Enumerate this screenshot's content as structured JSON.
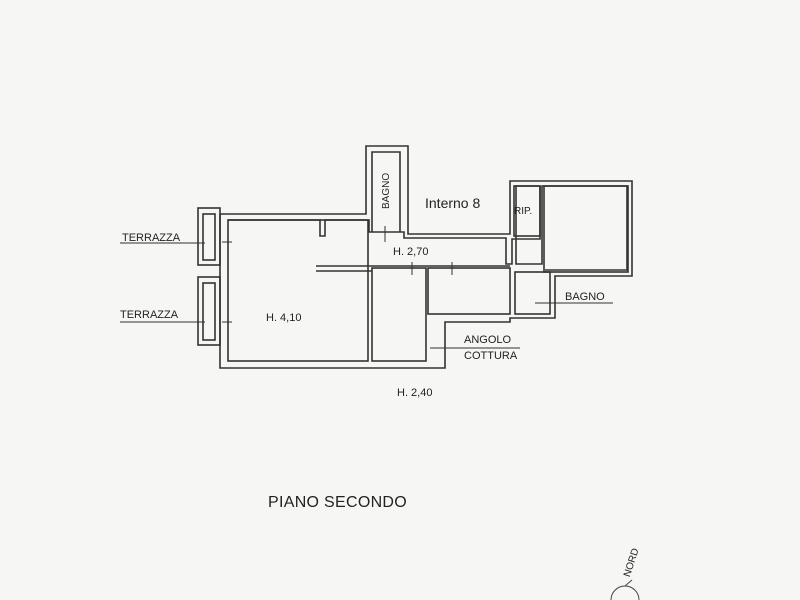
{
  "plan": {
    "unit_name": "Interno 8",
    "floor_title": "PIANO SECONDO",
    "rooms": {
      "terrazza_top": "TERRAZZA",
      "terrazza_bottom": "TERRAZZA",
      "bagno_top": "BAGNO",
      "bagno_right": "BAGNO",
      "ripostiglio": "RIP.",
      "angolo_line1": "ANGOLO",
      "angolo_line2": "COTTURA"
    },
    "heights": {
      "main": "H. 4,10",
      "corridor": "H. 2,70",
      "general": "H. 2,40"
    },
    "north_label": "NORD"
  }
}
